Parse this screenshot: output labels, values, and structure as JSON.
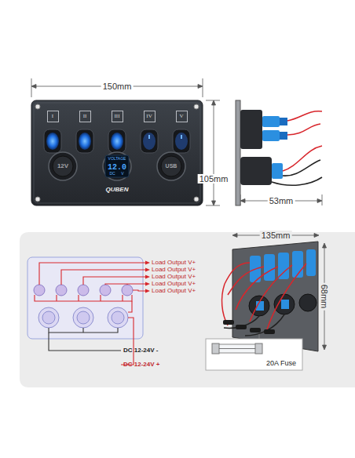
{
  "diagram": {
    "nodes": [
      {
        "text": [
          "I"
        ]
      },
      {
        "text": [
          "II"
        ]
      },
      {
        "text": [
          "III"
        ]
      },
      {
        "text": [
          "IV"
        ]
      },
      {
        "text": [
          "V"
        ]
      },
      {
        "text": [
          "20A Fuse"
        ]
      }
    ],
    "labels": [
      "150mm",
      "105mm",
      "53mm",
      "12V",
      "VOLTAGE",
      "12.0",
      "DC",
      "V",
      "USB",
      "QUBEN",
      "Load Output V+",
      "Load Output V+",
      "Load Output V+",
      "Load Output V+",
      "Load Output V+",
      "DC 12-24V -",
      "DC 12-24V +",
      "135mm",
      "68mm"
    ]
  }
}
